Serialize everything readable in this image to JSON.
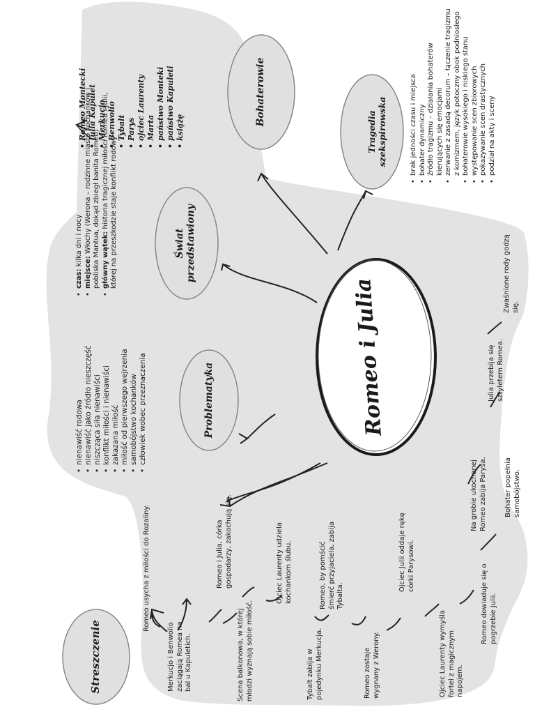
{
  "central": {
    "title": "Romeo i Julia"
  },
  "nodes": {
    "streszczenie": "Streszczenie",
    "problematyka": "Problematyka",
    "swiat": "Świat przedstawiony",
    "bohaterowie": "Bohaterowie",
    "tragedia": "Tragedia szekspirowska"
  },
  "problematyka_items": [
    "nienawiść rodowa",
    "nienawiść jako źródło nieszczęść",
    "niszcząca siła nienawiści",
    "konflikt miłości i nienawiści",
    "zakazana miłość",
    "miłość od pierwszego wejrzenia",
    "samobójstwo kochanków",
    "człowiek wobec przeznaczenia"
  ],
  "swiat_items": [
    {
      "label": "czas:",
      "text": " kilka dni i nocy"
    },
    {
      "label": "miejsce:",
      "text": " Włochy (Werona – rodzinne miasto kochanków i pobliska Mantua, dokąd zbiegł banita Romeo)"
    },
    {
      "label": "główny wątek:",
      "text": " historia tragicznej miłości Romea i Julii, której na przeszkodzie staje konflikt rodowy"
    }
  ],
  "bohaterowie_items": [
    "Romeo Montecki",
    "Julia Kapulet",
    "Merkucjo",
    "Benwolio",
    "Tybalt",
    "Parys",
    "ojciec Laurenty",
    "Marta",
    "państwo Monteki",
    "państwo Kapuleti",
    "książę"
  ],
  "tragedia_items": [
    "brak jedności czasu i miejsca",
    "bohater dynamiczny",
    "źródło tragizmu – działania bohaterów kierujących się emocjami",
    "zerwanie z zasadą decorum – łączenie tragizmu z komizmem, język potoczny obok podniosłego",
    "bohaterowie wysokiego i niskiego stanu",
    "występowanie scen zbiorowych",
    "pokazywanie scen drastycznych",
    "podział na akty i sceny"
  ],
  "summary": {
    "s1": "Merkucjo i Benwolio zaciągają Romea na bal u Kapuletich.",
    "s2": "Romeo usycha z miłości do Rozaliny.",
    "s3": "Scena balkonowa, w której młodzi wyznają sobie miłość.",
    "s4": "Romeo i Julia, córka gospodarzy, zakochują się.",
    "s5": "Tybalt zabija w pojedynku Merkucja.",
    "s6": "Ojciec Laurenty udziela kochankom ślubu.",
    "s7": "Romeo zostaje wygnany z Werony.",
    "s8": "Romeo, by pomścić śmierć przyjaciela, zabija Tybalta.",
    "s9": "Ojciec Laurenty wymyśla fortel z magicznym napojem.",
    "s10": "Ojciec Julii oddaje rękę córki Parysowi.",
    "s11": "Romeo dowiaduje się o pogrzebie Julii.",
    "s12": "Na grobie ukochanej Romeo zabija Parysa.",
    "s13": "Bohater popełnia samobójstwo.",
    "s14": "Julia przebija się sztyletem Romea.",
    "s15": "Zwaśnione rody godzą się."
  }
}
